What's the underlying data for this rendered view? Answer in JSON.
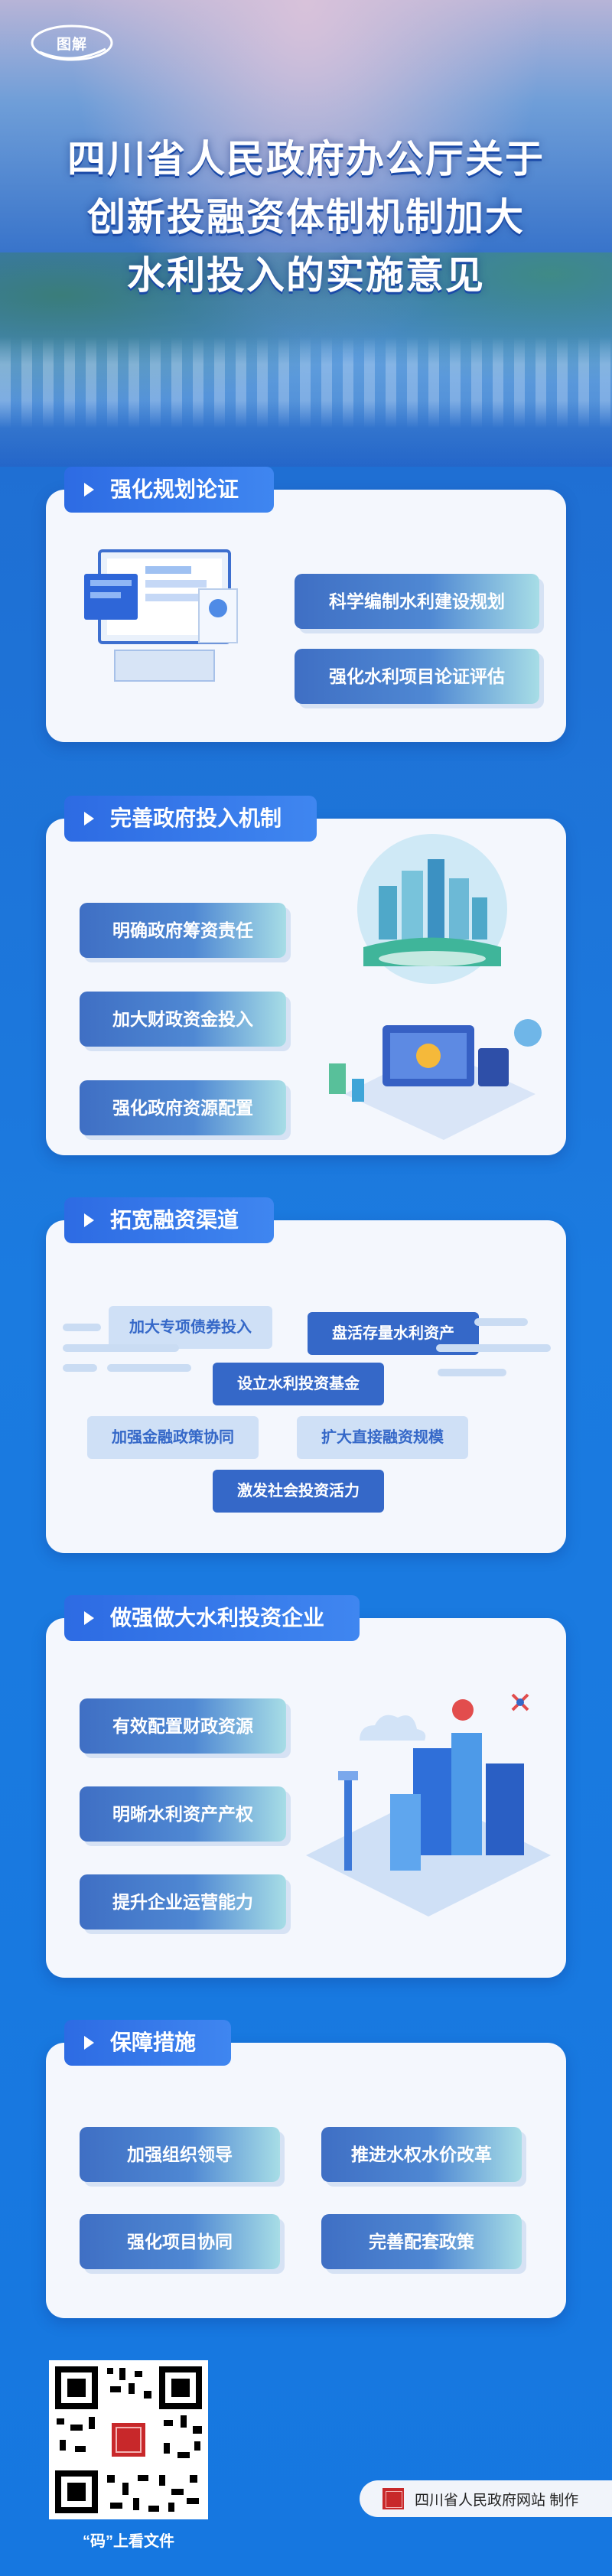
{
  "logo": {
    "label": "图解"
  },
  "title": {
    "line1": "四川省人民政府办公厅关于",
    "line2": "创新投融资体制机制加大",
    "line3": "水利投入的实施意见"
  },
  "sections": [
    {
      "heading": "强化规划论证",
      "items": [
        "科学编制水利建设规划",
        "强化水利项目论证评估"
      ]
    },
    {
      "heading": "完善政府投入机制",
      "items": [
        "明确政府筹资责任",
        "加大财政资金投入",
        "强化政府资源配置"
      ]
    },
    {
      "heading": "拓宽融资渠道",
      "items": [
        "加大专项债券投入",
        "盘活存量水利资产",
        "设立水利投资基金",
        "加强金融政策协同",
        "扩大直接融资规模",
        "激发社会投资活力"
      ]
    },
    {
      "heading": "做强做大水利投资企业",
      "items": [
        "有效配置财政资源",
        "明晰水利资产产权",
        "提升企业运营能力"
      ]
    },
    {
      "heading": "保障措施",
      "items": [
        "加强组织领导",
        "推进水权水价改革",
        "强化项目协同",
        "完善配套政策"
      ]
    }
  ],
  "footer": {
    "qr_caption": "“码”上看文件",
    "maker": "四川省人民政府网站 制作"
  },
  "colors": {
    "primary": "#2d6be3",
    "card": "#f4f7fd",
    "background": "#1b7be0"
  },
  "icons": [
    "qr-code-icon",
    "seal-icon",
    "monitor-illustration-icon",
    "city-illustration-icon",
    "workstation-illustration-icon",
    "data-center-illustration-icon"
  ]
}
